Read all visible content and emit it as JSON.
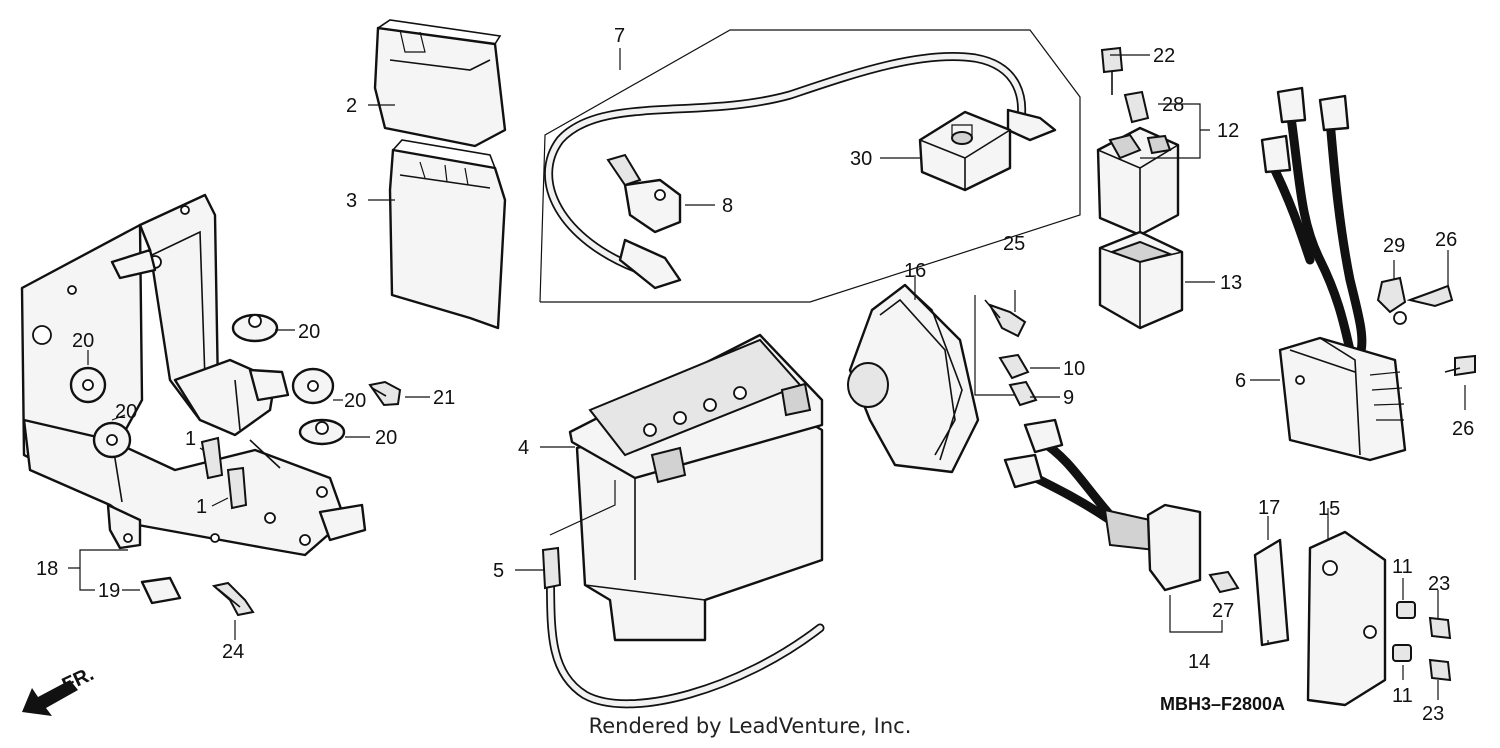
{
  "callouts": [
    {
      "id": "c1a",
      "text": "1"
    },
    {
      "id": "c1b",
      "text": "1"
    },
    {
      "id": "c2",
      "text": "2"
    },
    {
      "id": "c3",
      "text": "3"
    },
    {
      "id": "c4",
      "text": "4"
    },
    {
      "id": "c5",
      "text": "5"
    },
    {
      "id": "c6",
      "text": "6"
    },
    {
      "id": "c7",
      "text": "7"
    },
    {
      "id": "c8",
      "text": "8"
    },
    {
      "id": "c9",
      "text": "9"
    },
    {
      "id": "c10",
      "text": "10"
    },
    {
      "id": "c11a",
      "text": "11"
    },
    {
      "id": "c11b",
      "text": "11"
    },
    {
      "id": "c12",
      "text": "12"
    },
    {
      "id": "c13",
      "text": "13"
    },
    {
      "id": "c14",
      "text": "14"
    },
    {
      "id": "c15",
      "text": "15"
    },
    {
      "id": "c16",
      "text": "16"
    },
    {
      "id": "c17",
      "text": "17"
    },
    {
      "id": "c18",
      "text": "18"
    },
    {
      "id": "c19",
      "text": "19"
    },
    {
      "id": "c20a",
      "text": "20"
    },
    {
      "id": "c20b",
      "text": "20"
    },
    {
      "id": "c20c",
      "text": "20"
    },
    {
      "id": "c20d",
      "text": "20"
    },
    {
      "id": "c20e",
      "text": "20"
    },
    {
      "id": "c21",
      "text": "21"
    },
    {
      "id": "c22",
      "text": "22"
    },
    {
      "id": "c23a",
      "text": "23"
    },
    {
      "id": "c23b",
      "text": "23"
    },
    {
      "id": "c24",
      "text": "24"
    },
    {
      "id": "c25",
      "text": "25"
    },
    {
      "id": "c26a",
      "text": "26"
    },
    {
      "id": "c26b",
      "text": "26"
    },
    {
      "id": "c27",
      "text": "27"
    },
    {
      "id": "c28",
      "text": "28"
    },
    {
      "id": "c29",
      "text": "29"
    },
    {
      "id": "c30",
      "text": "30"
    }
  ],
  "direction_label": "FR.",
  "diagram_code": "MBH3–F2800A",
  "footer_credit": "Rendered by LeadVenture, Inc."
}
